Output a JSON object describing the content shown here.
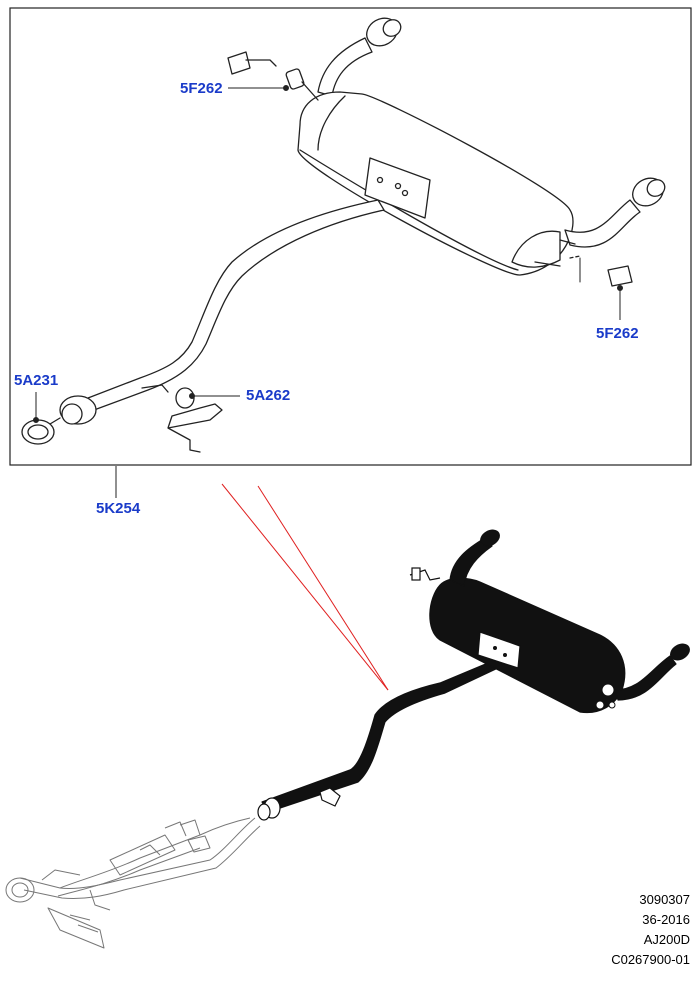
{
  "callouts": {
    "c1": "5F262",
    "c2": "5F262",
    "c3": "5A231",
    "c4": "5A262",
    "c5": "5K254"
  },
  "reference": {
    "line1": "3090307",
    "line2": "36-2016",
    "line3": "AJ200D",
    "line4": "C0267900-01"
  },
  "colors": {
    "callout": "#1a3bc9",
    "leader_red": "#e02020",
    "line": "#222222"
  }
}
